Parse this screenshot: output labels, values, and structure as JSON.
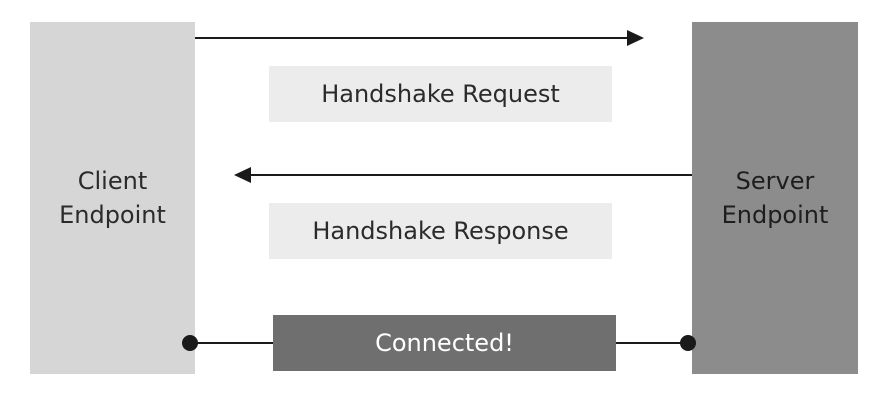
{
  "client": {
    "line1": "Client",
    "line2": "Endpoint"
  },
  "server": {
    "line1": "Server",
    "line2": "Endpoint"
  },
  "messages": {
    "request": "Handshake Request",
    "response": "Handshake Response",
    "connected": "Connected!"
  },
  "colors": {
    "client_fill": "#d6d6d6",
    "server_fill": "#8c8c8c",
    "message_fill": "#ececec",
    "connected_fill": "#6f6f6f",
    "line": "#1a1a1a"
  }
}
